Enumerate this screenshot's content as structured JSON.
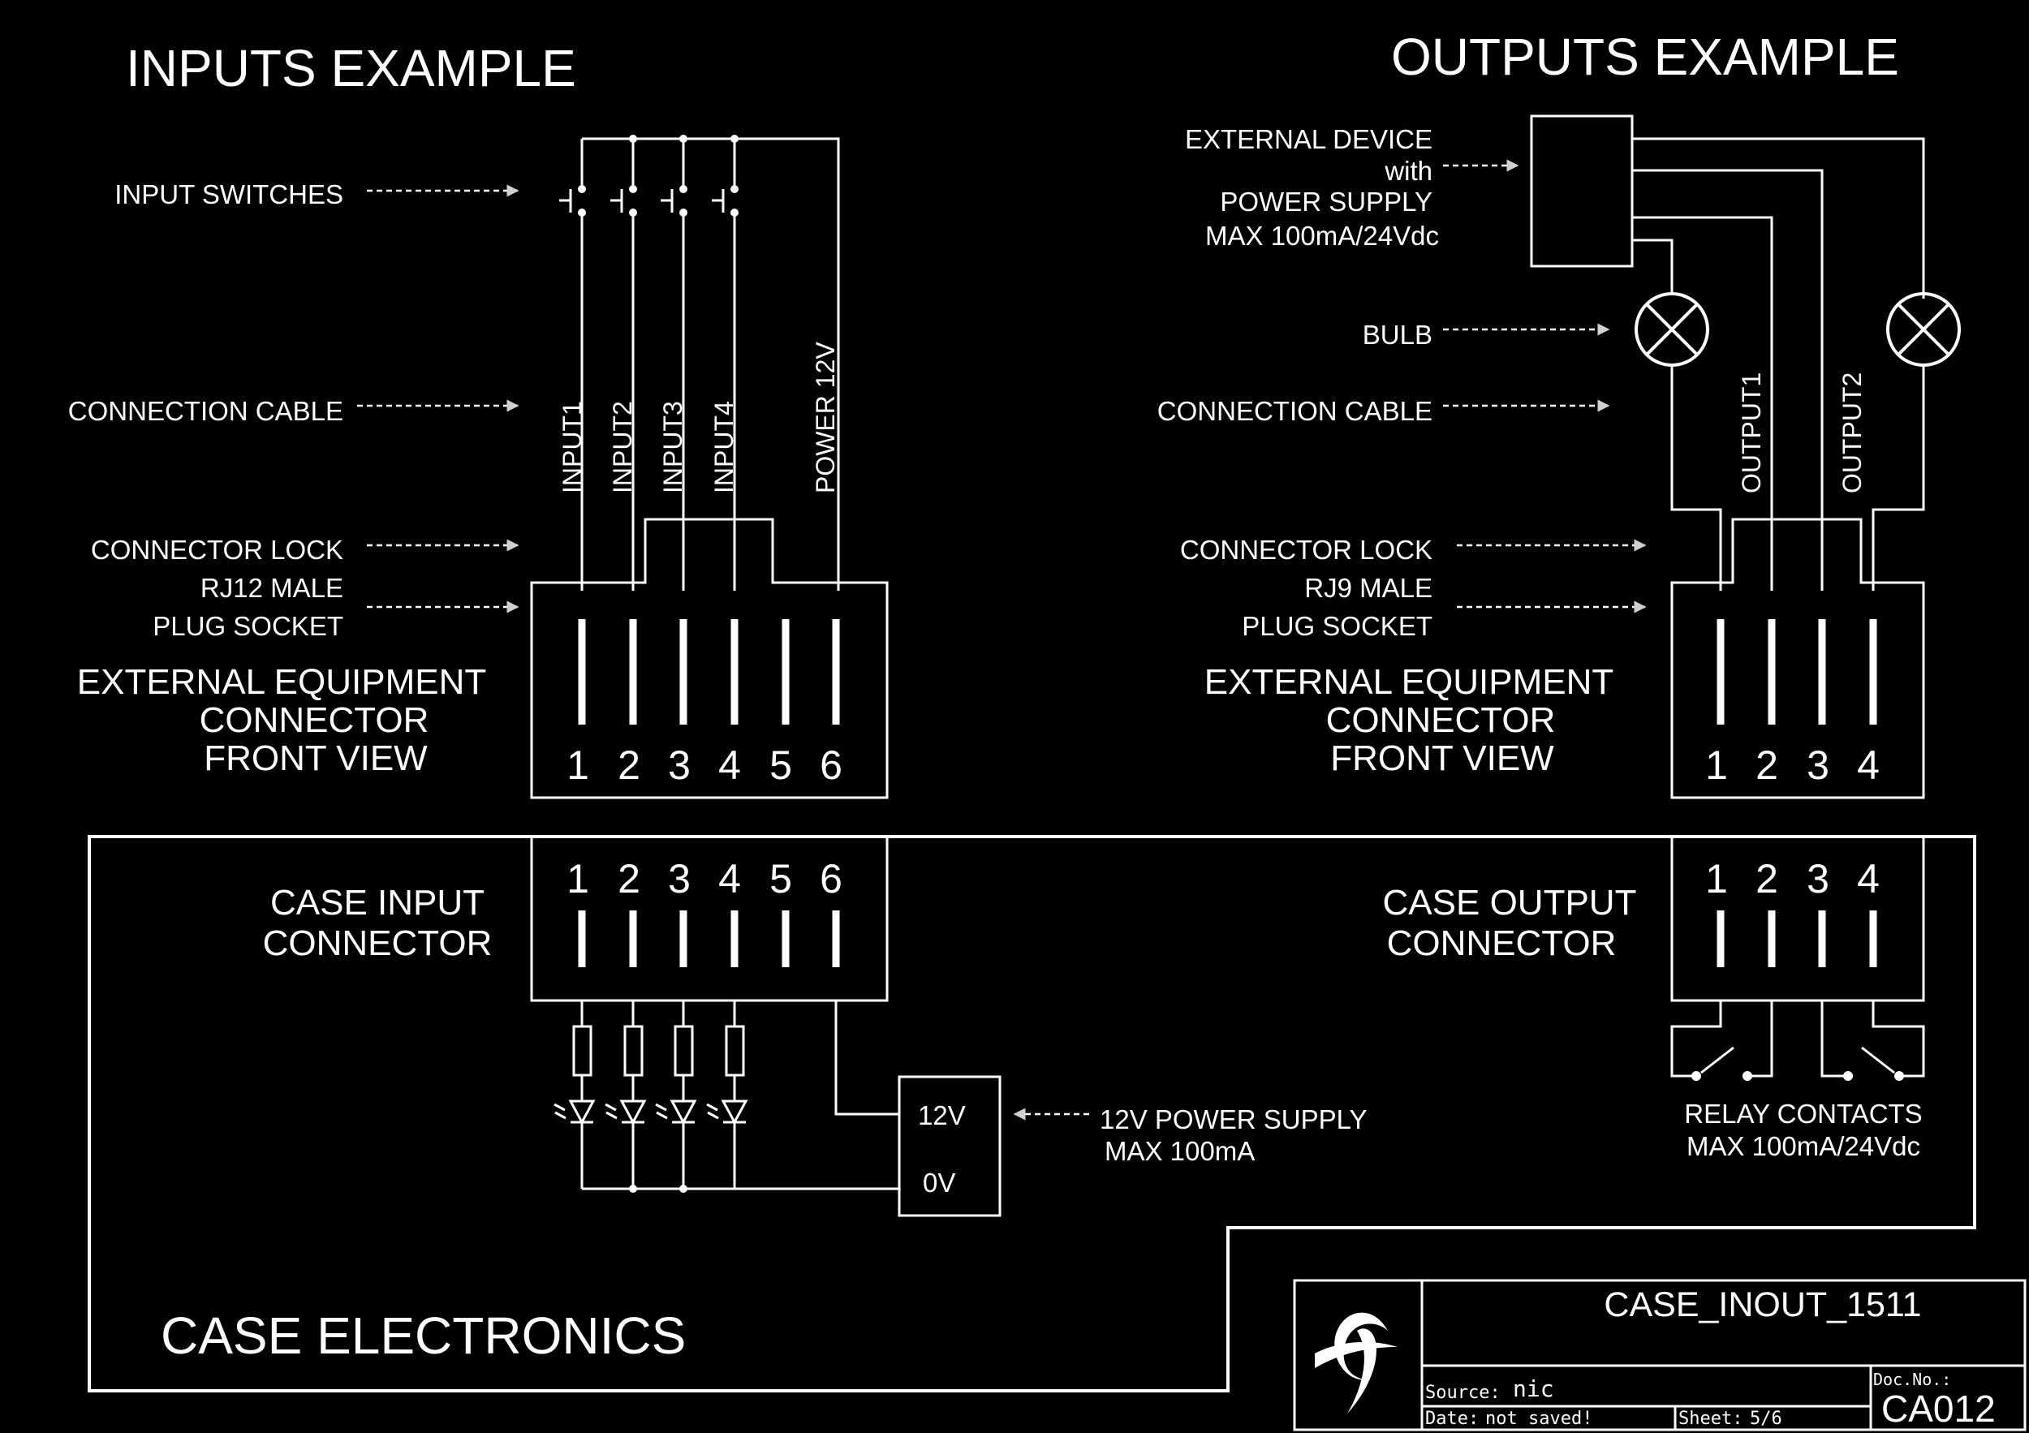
{
  "inputs": {
    "title": "INPUTS EXAMPLE",
    "labels": {
      "switches": "INPUT SWITCHES",
      "cable": "CONNECTION CABLE",
      "lock": "CONNECTOR LOCK",
      "plug1": "RJ12 MALE",
      "plug2": "PLUG SOCKET",
      "ext1": "EXTERNAL EQUIPMENT",
      "ext2": "CONNECTOR",
      "ext3": "FRONT VIEW"
    },
    "wires": [
      "INPUT1",
      "INPUT2",
      "INPUT3",
      "INPUT4",
      "POWER  12V"
    ],
    "pins": [
      "1",
      "2",
      "3",
      "4",
      "5",
      "6"
    ]
  },
  "outputs": {
    "title": "OUTPUTS EXAMPLE",
    "labels": {
      "dev1": "EXTERNAL DEVICE",
      "dev2": "with",
      "dev3": "POWER SUPPLY",
      "dev4": "MAX 100mA/24Vdc",
      "bulb": "BULB",
      "cable": "CONNECTION CABLE",
      "lock": "CONNECTOR LOCK",
      "plug1": "RJ9 MALE",
      "plug2": "PLUG SOCKET",
      "ext1": "EXTERNAL EQUIPMENT",
      "ext2": "CONNECTOR",
      "ext3": "FRONT VIEW"
    },
    "wires": [
      "OUTPUT1",
      "OUTPUT2"
    ],
    "pins": [
      "1",
      "2",
      "3",
      "4"
    ]
  },
  "case": {
    "title": "CASE ELECTRONICS",
    "input1": "CASE INPUT",
    "input2": "CONNECTOR",
    "output1": "CASE OUTPUT",
    "output2": "CONNECTOR",
    "supply_12v": "12V",
    "supply_0v": "0V",
    "supply1": "12V POWER SUPPLY",
    "supply2": "MAX 100mA",
    "relay1": "RELAY CONTACTS",
    "relay2": "MAX 100mA/24Vdc"
  },
  "title_block": {
    "drawing": "CASE_INOUT_1511",
    "source_label": "Source:",
    "source": "nic",
    "date_label": "Date:",
    "date": "not saved!",
    "sheet_label": "Sheet:",
    "sheet": "5/6",
    "docno_label": "Doc.No.:",
    "docno": "CA012"
  }
}
